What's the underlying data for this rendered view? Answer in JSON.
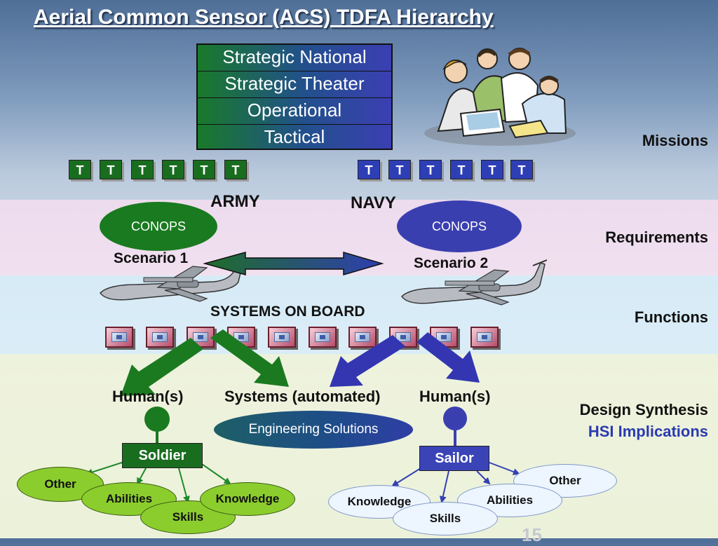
{
  "title": "Aerial Common Sensor (ACS) TDFA Hierarchy",
  "hierarchy": [
    "Strategic National",
    "Strategic Theater",
    "Operational",
    "Tactical"
  ],
  "side_labels": {
    "missions": "Missions",
    "requirements": "Requirements",
    "functions": "Functions",
    "design_synthesis": "Design Synthesis",
    "hsi_implications": "HSI Implications"
  },
  "army": {
    "label": "ARMY",
    "t_boxes": [
      "T",
      "T",
      "T",
      "T",
      "T",
      "T"
    ],
    "conops": "CONOPS",
    "scenario": "Scenario 1"
  },
  "navy": {
    "label": "NAVY",
    "t_boxes": [
      "T",
      "T",
      "T",
      "T",
      "T",
      "T"
    ],
    "conops": "CONOPS",
    "scenario": "Scenario 2"
  },
  "systems_on_board": "SYSTEMS ON BOARD",
  "system_box_count": 10,
  "levels": {
    "humans_left": "Human(s)",
    "systems": "Systems (automated)",
    "humans_right": "Human(s)",
    "engineering": "Engineering Solutions"
  },
  "soldier": {
    "label": "Soldier",
    "traits": [
      "Other",
      "Abilities",
      "Skills",
      "Knowledge"
    ]
  },
  "sailor": {
    "label": "Sailor",
    "traits": [
      "Knowledge",
      "Skills",
      "Abilities",
      "Other"
    ]
  },
  "page_number": "15",
  "colors": {
    "army_green": "#196d1f",
    "navy_blue": "#3a3fb0",
    "trait_green": "#8ccd2e",
    "trait_blue": "#edf5ff",
    "hsi_text": "#2b3ab0"
  }
}
